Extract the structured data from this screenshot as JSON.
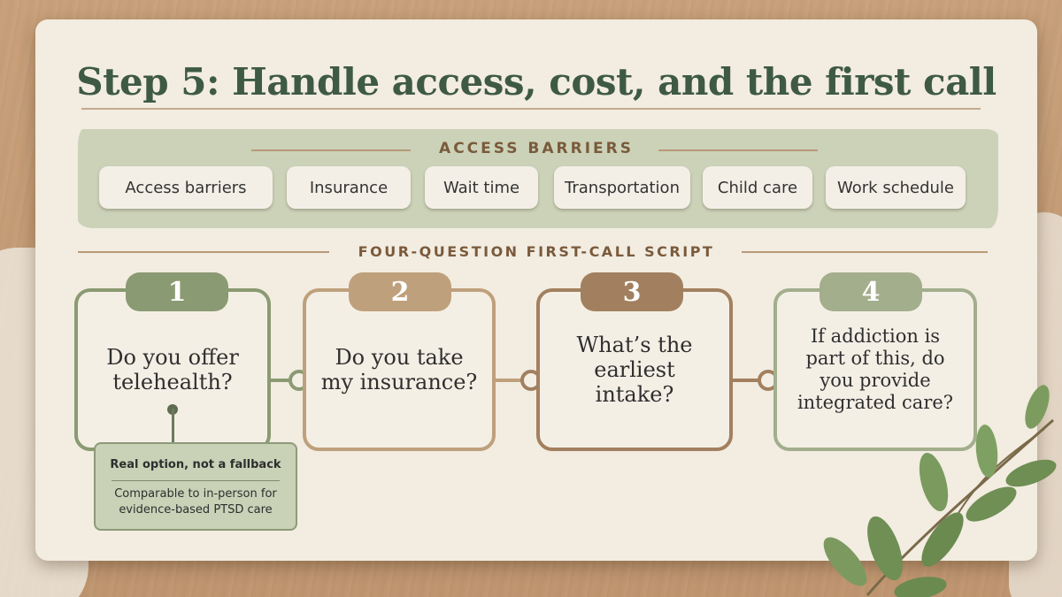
{
  "title": "Step 5: Handle access, cost, and the first call",
  "access": {
    "heading": "ACCESS BARRIERS",
    "chips": [
      "Access barriers",
      "Insurance",
      "Wait time",
      "Transportation",
      "Child care",
      "Work schedule"
    ]
  },
  "script": {
    "heading": "FOUR-QUESTION FIRST-CALL SCRIPT",
    "steps": [
      {
        "number": "1",
        "question": "Do you offer telehealth?",
        "color": "#8a9a72"
      },
      {
        "number": "2",
        "question": "Do you take my insurance?",
        "color": "#bfa07c"
      },
      {
        "number": "3",
        "question": "What’s the earliest intake?",
        "color": "#a2805f"
      },
      {
        "number": "4",
        "question": "If addiction is part of this, do you provide integrated care?",
        "color": "#a3ae8c"
      }
    ]
  },
  "note": {
    "title": "Real option, not a fallback",
    "body": "Comparable to in-person for evidence-based PTSD care"
  },
  "decoration": {
    "sprig": "leaf-sprig-icon"
  }
}
